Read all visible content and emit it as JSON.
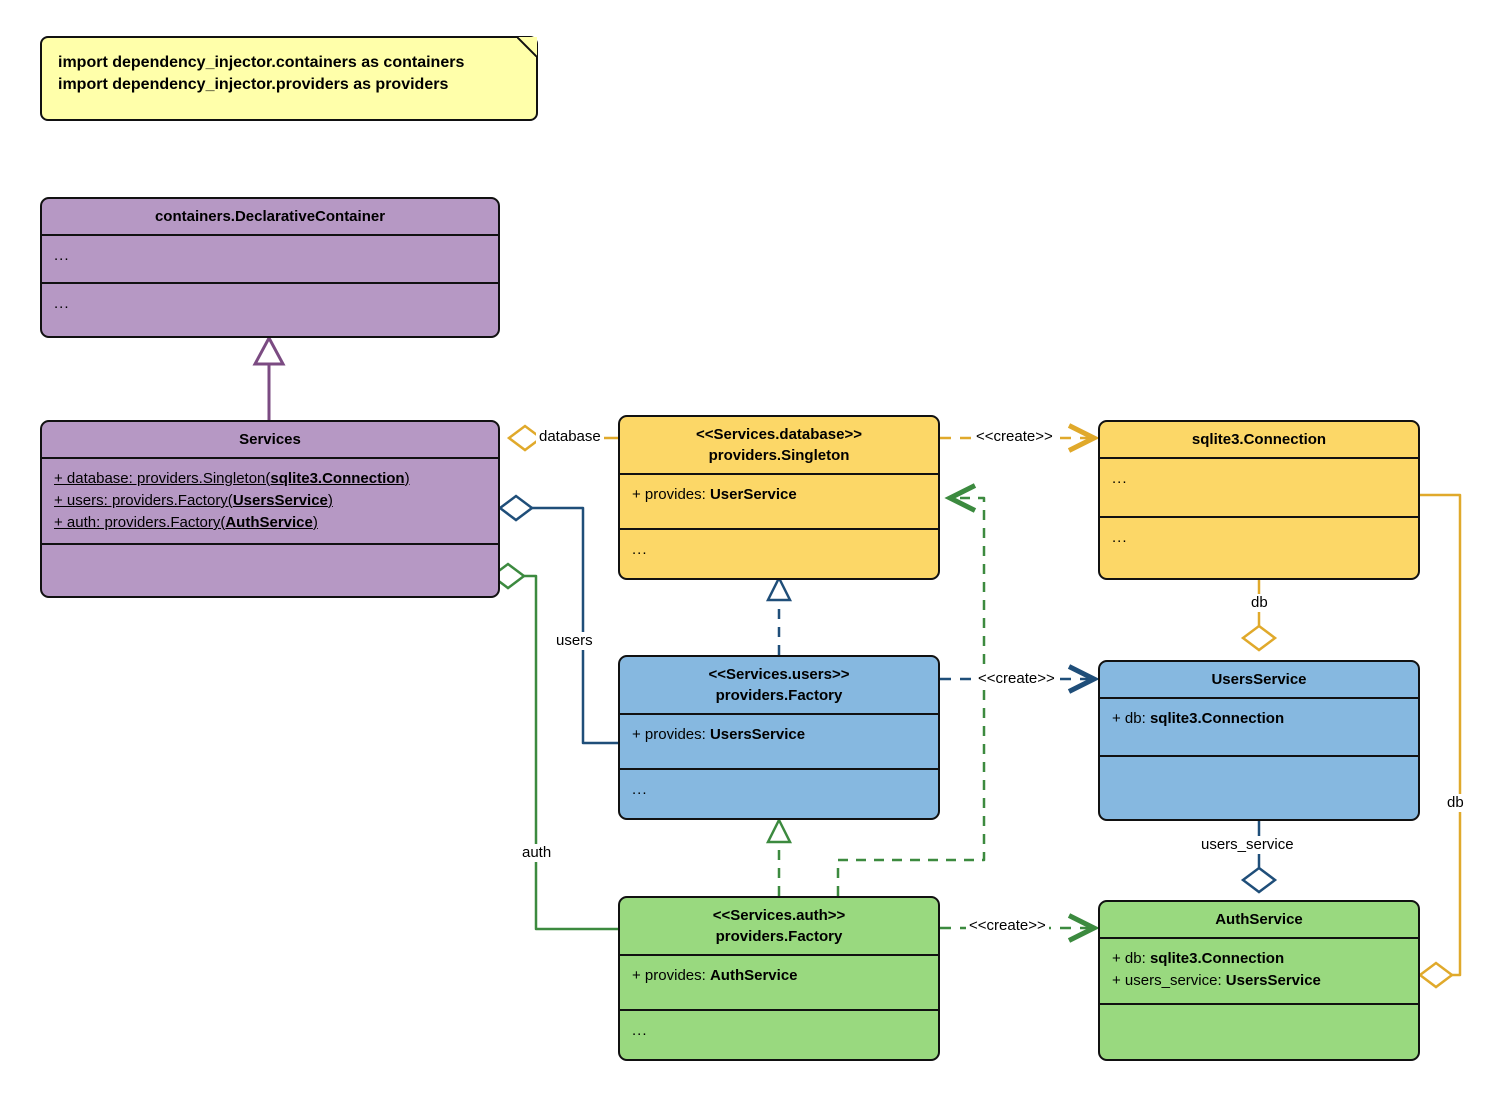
{
  "diagram": {
    "title": "dependency_injector containers UML class diagram",
    "note": {
      "lines": [
        "import dependency_injector.containers as containers",
        "import dependency_injector.providers as providers"
      ]
    },
    "colors": {
      "note_fill": "#ffffaa",
      "container_fill": "#b698c4",
      "singleton_fill": "#fcd767",
      "factory_users_fill": "#86b8e0",
      "factory_auth_fill": "#99d97f",
      "border": "#111111",
      "edge_database": "#e0a92b",
      "edge_users": "#1f4e79",
      "edge_auth": "#3c8a3f",
      "edge_inherit": "#7b4b82"
    },
    "classes": {
      "declarative_container": {
        "name": "containers.DeclarativeContainer",
        "attributes": [
          "..."
        ],
        "operations": [
          "..."
        ]
      },
      "services": {
        "name": "Services",
        "attributes": [
          {
            "prefix": "+ database: providers.Singleton(",
            "type": "sqlite3.Connection",
            "suffix": ")"
          },
          {
            "prefix": "+ users: providers.Factory(",
            "type": "UsersService",
            "suffix": ")"
          },
          {
            "prefix": "+ auth: providers.Factory(",
            "type": "AuthService",
            "suffix": ")"
          }
        ],
        "operations": []
      },
      "services_database": {
        "stereotype": "<<Services.database>>",
        "name": "providers.Singleton",
        "attributes": [
          {
            "prefix": "+ provides: ",
            "type": "UserService",
            "suffix": ""
          }
        ],
        "operations": [
          "..."
        ]
      },
      "services_users": {
        "stereotype": "<<Services.users>>",
        "name": "providers.Factory",
        "attributes": [
          {
            "prefix": "+ provides: ",
            "type": "UsersService",
            "suffix": ""
          }
        ],
        "operations": [
          "..."
        ]
      },
      "services_auth": {
        "stereotype": "<<Services.auth>>",
        "name": "providers.Factory",
        "attributes": [
          {
            "prefix": "+ provides: ",
            "type": "AuthService",
            "suffix": ""
          }
        ],
        "operations": [
          "..."
        ]
      },
      "sqlite3_connection": {
        "name": "sqlite3.Connection",
        "attributes": [
          "..."
        ],
        "operations": [
          "..."
        ]
      },
      "users_service": {
        "name": "UsersService",
        "attributes": [
          {
            "prefix": "+ db: ",
            "type": "sqlite3.Connection",
            "suffix": ""
          }
        ],
        "operations": []
      },
      "auth_service": {
        "name": "AuthService",
        "attributes": [
          {
            "prefix": "+ db: ",
            "type": "sqlite3.Connection",
            "suffix": ""
          },
          {
            "prefix": "+ users_service: ",
            "type": "UsersService",
            "suffix": ""
          }
        ],
        "operations": []
      }
    },
    "edge_labels": {
      "database": "database",
      "users": "users",
      "auth": "auth",
      "create_database": "<<create>>",
      "create_users": "<<create>>",
      "create_auth": "<<create>>",
      "db_users": "db",
      "db_auth": "db",
      "users_service": "users_service"
    }
  }
}
